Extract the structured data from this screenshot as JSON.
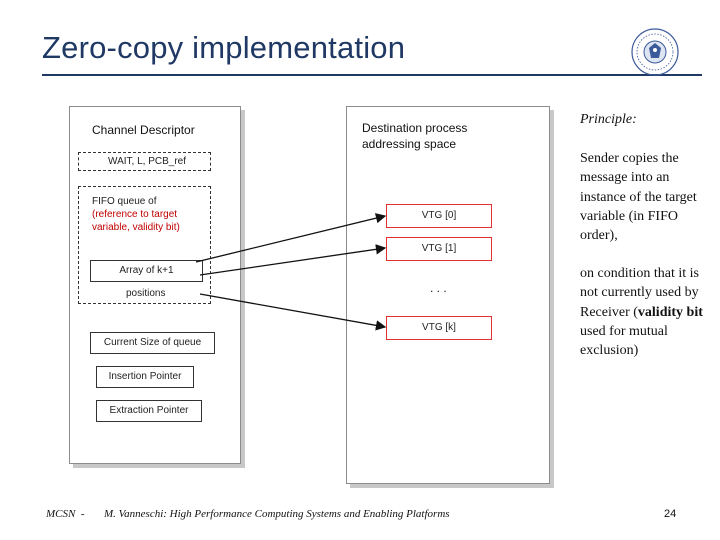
{
  "slide": {
    "title": "Zero-copy implementation",
    "footer_left": "MCSN  -",
    "footer_center": "M. Vanneschi: High Performance Computing Systems and Enabling Platforms",
    "page_number": "24"
  },
  "channel_descriptor": {
    "title": "Channel Descriptor",
    "fields": "WAIT, L, PCB_ref",
    "fifo_line1": "FIFO queue of",
    "fifo_line2": "(reference to target",
    "fifo_line3": "variable, validity bit)",
    "array_label": "Array of k+1",
    "positions_label": "positions",
    "current_size": "Current Size of queue",
    "insertion_pointer": "Insertion Pointer",
    "extraction_pointer": "Extraction Pointer"
  },
  "destination": {
    "title_line1": "Destination  process",
    "title_line2": "addressing  space",
    "vtg0": "VTG [0]",
    "vtg1": "VTG [1]",
    "dots": ". . .",
    "vtgk": "VTG [k]"
  },
  "principle": {
    "heading": "Principle:",
    "para1": "Sender copies the message into an instance of the target variable (in FIFO order),",
    "para2_a": "on condition that it is not currently used by Receiver (",
    "para2_bold": "validity bit",
    "para2_b": " used for mutual exclusion)"
  },
  "colors": {
    "title": "#1f3864",
    "vtg_border": "#e03030",
    "fifo_text": "#c00000"
  }
}
